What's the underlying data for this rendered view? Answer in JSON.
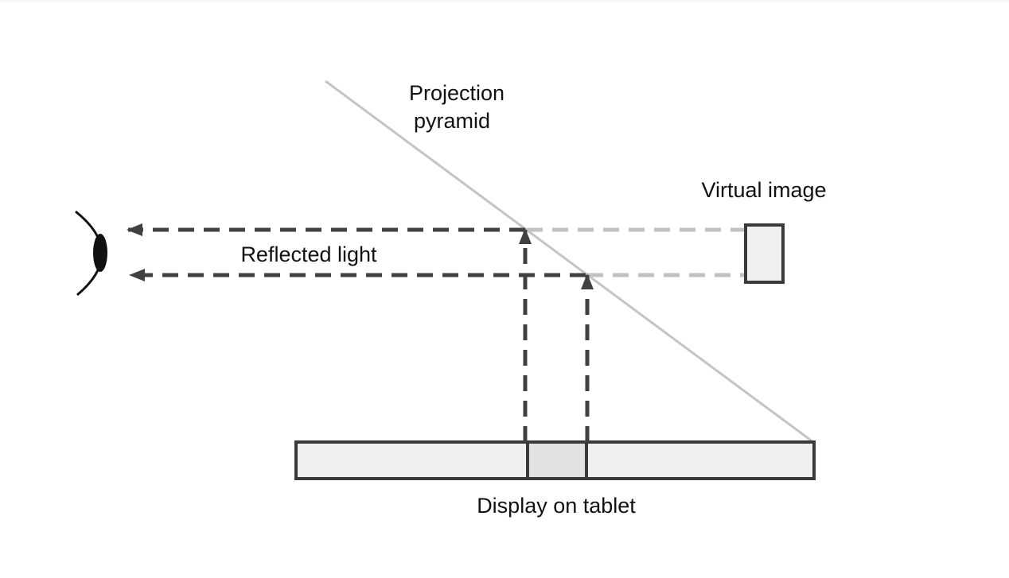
{
  "labels": {
    "projection_line1": "Projection",
    "projection_line2": "pyramid",
    "virtual_image": "Virtual image",
    "reflected_light": "Reflected light",
    "display_on_tablet": "Display on tablet"
  },
  "colors": {
    "background": "#ffffff",
    "mirror_line": "#c4c4c4",
    "dark_arrow": "#404040",
    "light_dash": "#c2c2c2",
    "box_fill": "#efefef",
    "box_stroke": "#3a3a3a",
    "eye": "#111111"
  }
}
